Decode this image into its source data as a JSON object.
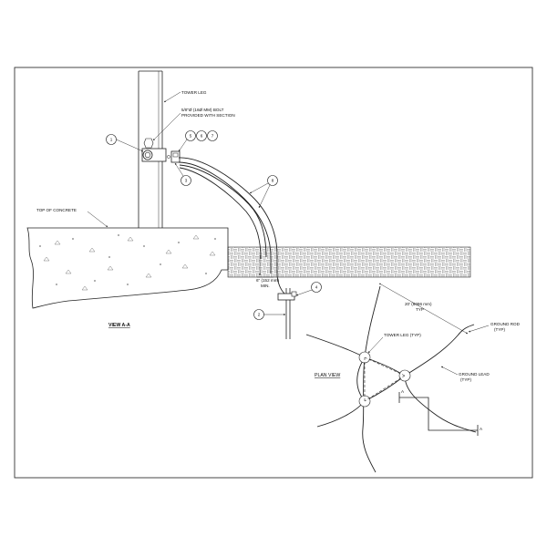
{
  "view_a_title": "VIEW A-A",
  "plan_view_title": "PLAN VIEW",
  "labels": {
    "tower_leg": "TOWER LEG",
    "bolt_line1": "5/8\"Ø (16Ø MM) BOLT",
    "bolt_line2": "PROVIDED WITH SECTION",
    "top_of_concrete": "TOP OF CONCRETE",
    "depth_line1": "6\" (152 mm)",
    "depth_line2": "MIN.",
    "spacing_line1": "20' (6096 mm)",
    "spacing_line2": "TYP",
    "ground_rod_line1": "GROUND ROD",
    "ground_rod_line2": "(TYP)",
    "tower_leg_typ": "TOWER LEG (TYP)",
    "ground_lead_line1": "GROUND LEAD",
    "ground_lead_line2": "(TYP)",
    "section_mark_a": "A"
  },
  "callouts": {
    "c1": "1",
    "c2": "2",
    "c3": "3",
    "c4": "4",
    "c5": "5",
    "c6": "6",
    "c7": "7",
    "c8": "8"
  }
}
